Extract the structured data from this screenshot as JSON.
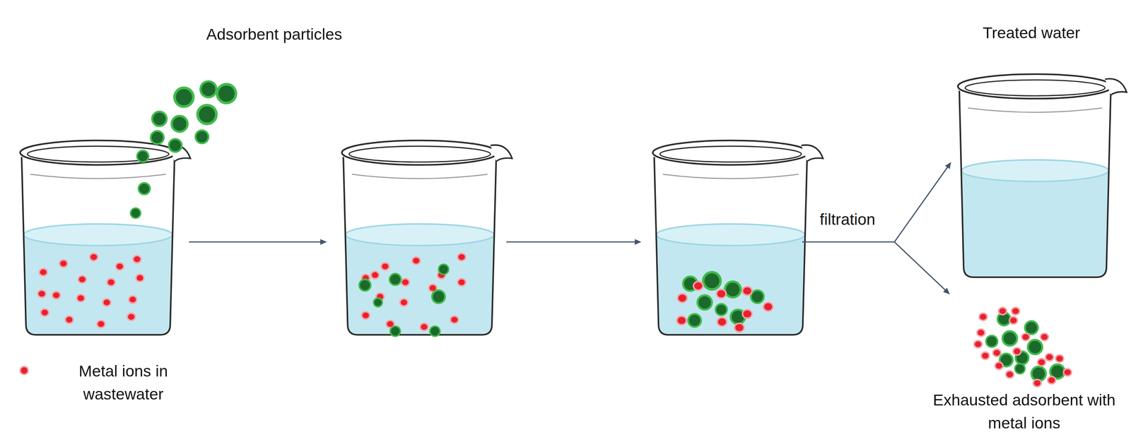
{
  "diagram": {
    "labels": [
      "Adsorbent particles",
      "filtration",
      "Treated water",
      "Exhausted adsorbent with metal ions"
    ],
    "legend": [
      {
        "text": "Metal ions in wastewater",
        "color": "#e8212e"
      }
    ]
  }
}
